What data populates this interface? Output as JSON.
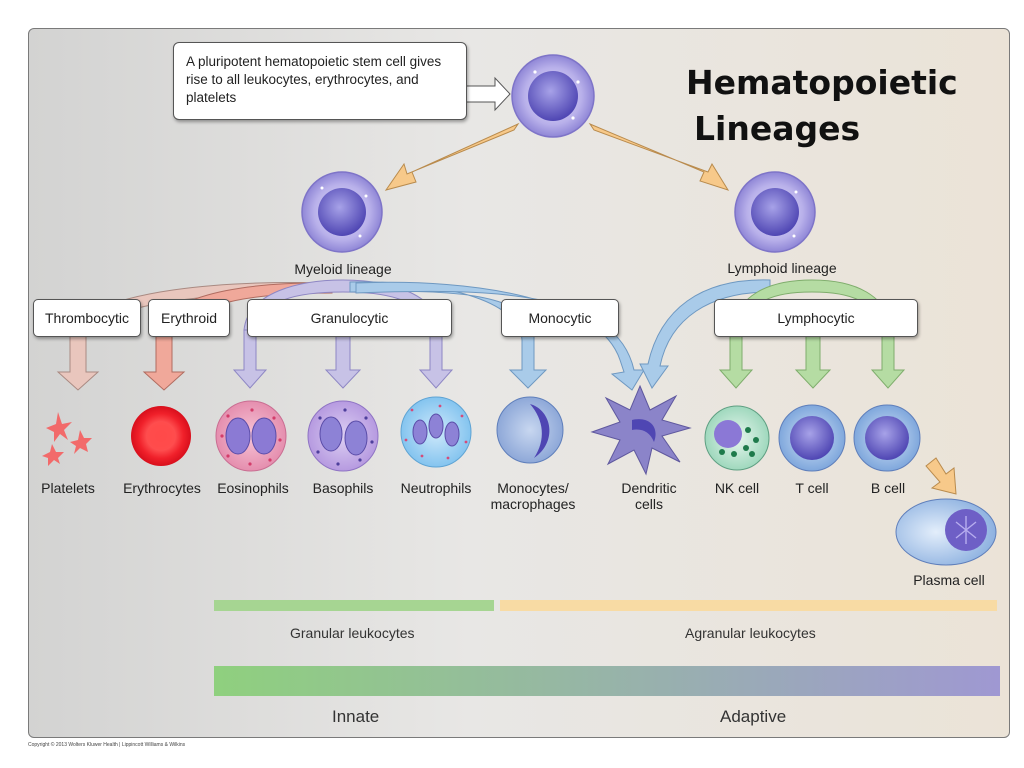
{
  "title": {
    "line1": "Hematopoietic",
    "line2": "Lineages"
  },
  "callout_text": "A pluripotent hematopoietic stem cell gives rise to all leukocytes, erythrocytes, and platelets",
  "lineages": {
    "myeloid": "Myeloid lineage",
    "lymphoid": "Lymphoid lineage"
  },
  "categories": {
    "thrombocytic": "Thrombocytic",
    "erythroid": "Erythroid",
    "granulocytic": "Granulocytic",
    "monocytic": "Monocytic",
    "lymphocytic": "Lymphocytic"
  },
  "cells": {
    "platelets": "Platelets",
    "erythrocytes": "Erythrocytes",
    "eosinophils": "Eosinophils",
    "basophils": "Basophils",
    "neutrophils": "Neutrophils",
    "monocytes_line1": "Monocytes/",
    "monocytes_line2": "macrophages",
    "dendritic_line1": "Dendritic",
    "dendritic_line2": "cells",
    "nk": "NK cell",
    "t": "T cell",
    "b": "B cell",
    "plasma": "Plasma cell"
  },
  "bands": {
    "granular": "Granular leukocytes",
    "agranular": "Agranular leukocytes"
  },
  "axis": {
    "innate": "Innate",
    "adaptive": "Adaptive"
  },
  "copyright": "Copyright © 2013 Wolters Kluwer Health | Lippincott Williams & Wilkins",
  "colors": {
    "stem_arrow": "#f7c98a",
    "thrombocytic": "#e9c6bd",
    "erythroid": "#f0a89a",
    "granulocytic": "#c7c2e6",
    "monocytic": "#a9cbe9",
    "lymphocytic": "#b5dca3",
    "granular_band": "#a6d592",
    "agranular_band": "#f8dba4",
    "innate": "#8fd07e",
    "adaptive": "#9f98d2"
  }
}
